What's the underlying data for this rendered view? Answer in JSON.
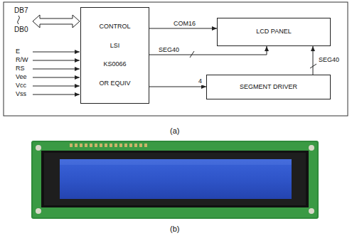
{
  "diagram": {
    "nodes": [
      {
        "text": [
          "CONTROL",
          "LSI",
          "KS0066",
          "OR EQUIV"
        ]
      },
      {
        "text": [
          "LCD PANEL"
        ]
      },
      {
        "text": [
          "SEGMENT DRIVER"
        ]
      }
    ],
    "edges": [
      {
        "from": 0,
        "to": 1,
        "label": "COM16",
        "arrow": "to"
      },
      {
        "from": 0,
        "to": 1,
        "label": "SEG40",
        "arrow": "to"
      },
      {
        "from": 0,
        "to": 2,
        "label": "4",
        "arrow": "to"
      },
      {
        "from": 2,
        "to": 1,
        "label": "SEG40",
        "arrow": "to"
      }
    ],
    "labels": [
      "DB7",
      "DB0",
      "E",
      "R/W",
      "RS",
      "Vee",
      "Vcc",
      "Vss",
      "(a)",
      "(b)"
    ]
  }
}
